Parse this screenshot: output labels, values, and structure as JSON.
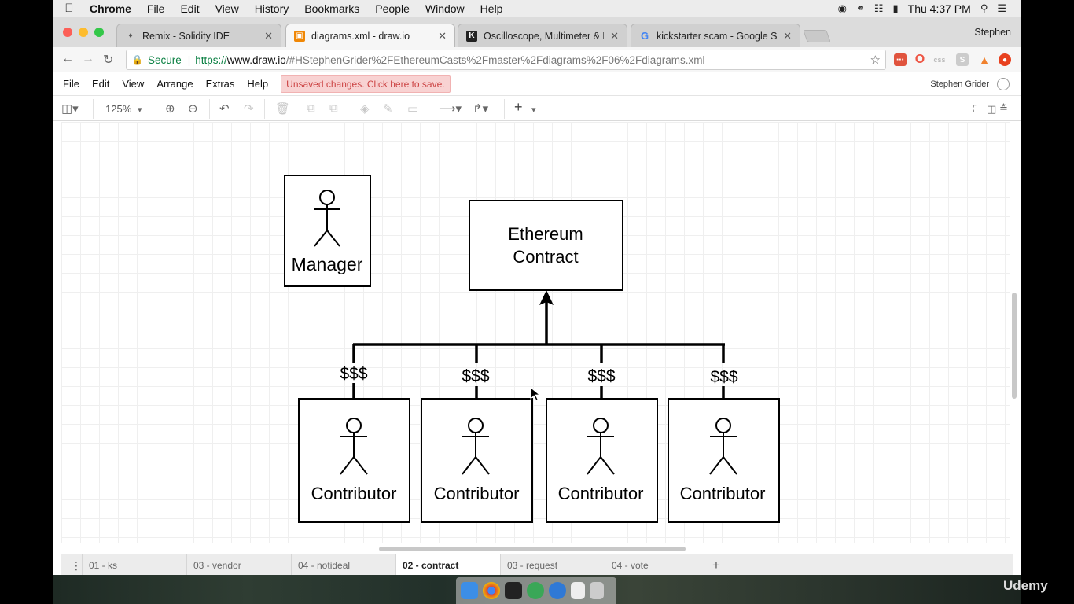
{
  "menubar": {
    "app": "Chrome",
    "items": [
      "File",
      "Edit",
      "View",
      "History",
      "Bookmarks",
      "People",
      "Window",
      "Help"
    ],
    "clock": "Thu 4:37 PM"
  },
  "tabs": [
    {
      "title": "Remix - Solidity IDE",
      "icon": "ethereum-icon"
    },
    {
      "title": "diagrams.xml - draw.io",
      "icon": "drawio-icon"
    },
    {
      "title": "Oscilloscope, Multimeter & Lo",
      "icon": "k-icon"
    },
    {
      "title": "kickstarter scam - Google Sea",
      "icon": "google-icon"
    }
  ],
  "profile_name": "Stephen",
  "address": {
    "secure_label": "Secure",
    "protocol": "https://",
    "host": "www.draw.io",
    "path": "/#HStephenGrider%2FEthereumCasts%2Fmaster%2Fdiagrams%2F06%2Fdiagrams.xml"
  },
  "app_menu": {
    "items": [
      "File",
      "Edit",
      "View",
      "Arrange",
      "Extras",
      "Help"
    ],
    "unsaved": "Unsaved changes. Click here to save.",
    "user": "Stephen Grider"
  },
  "toolbar": {
    "zoom": "125%"
  },
  "diagram": {
    "manager_label": "Manager",
    "contract_line1": "Ethereum",
    "contract_line2": "Contract",
    "money_label": "$$$",
    "contributor_label": "Contributor"
  },
  "pages": [
    "01 - ks",
    "03 - vendor",
    "04 - notideal",
    "02 - contract",
    "03 - request",
    "04 - vote"
  ],
  "active_page": "02 - contract",
  "watermark": "Udemy"
}
